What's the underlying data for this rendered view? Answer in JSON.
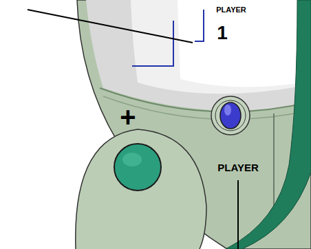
{
  "diagram": {
    "labels": [
      "PLAYER",
      "1",
      "+",
      "PLAYER"
    ]
  }
}
